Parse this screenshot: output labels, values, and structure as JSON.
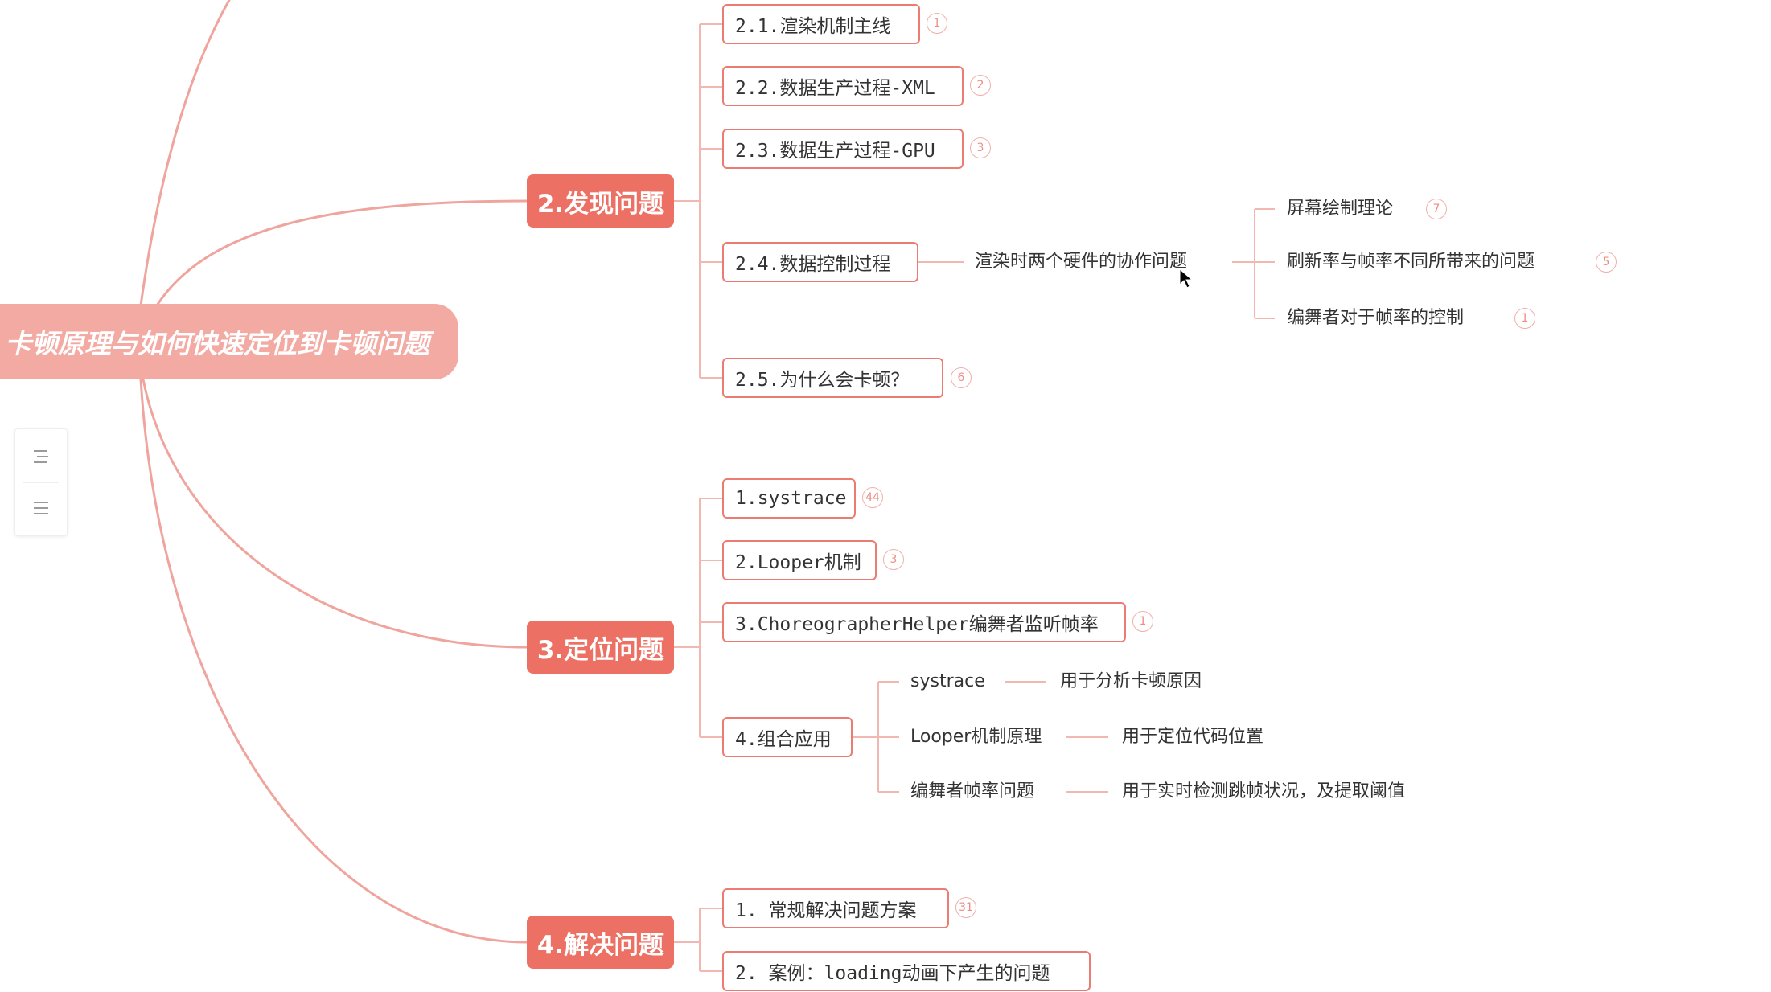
{
  "root": {
    "title": "卡顿原理与如何快速定位到卡顿问题"
  },
  "sections": [
    {
      "title": "2.发现问题",
      "items": [
        {
          "label": "2.1.渲染机制主线",
          "badge": "1"
        },
        {
          "label": "2.2.数据生产过程-XML",
          "badge": "2"
        },
        {
          "label": "2.3.数据生产过程-GPU",
          "badge": "3"
        },
        {
          "label": "2.4.数据控制过程",
          "branch": "渲染时两个硬件的协作问题",
          "leaves": [
            {
              "label": "屏幕绘制理论",
              "badge": "7"
            },
            {
              "label": "刷新率与帧率不同所带来的问题",
              "badge": "5"
            },
            {
              "label": "编舞者对于帧率的控制",
              "badge": "1"
            }
          ]
        },
        {
          "label": "2.5.为什么会卡顿？",
          "badge": "6"
        }
      ]
    },
    {
      "title": "3.定位问题",
      "items": [
        {
          "label": "1.systrace",
          "badge": "44"
        },
        {
          "label": "2.Looper机制",
          "badge": "3"
        },
        {
          "label": "3.ChoreographerHelper编舞者监听帧率",
          "badge": "1"
        },
        {
          "label": "4.组合应用",
          "pairs": [
            {
              "label": "systrace",
              "detail": "用于分析卡顿原因"
            },
            {
              "label": "Looper机制原理",
              "detail": "用于定位代码位置"
            },
            {
              "label": "编舞者帧率问题",
              "detail": "用于实时检测跳帧状况，及提取阈值"
            }
          ]
        }
      ]
    },
    {
      "title": "4.解决问题",
      "items": [
        {
          "label": "1. 常规解决问题方案",
          "badge": "31"
        },
        {
          "label": "2. 案例：loading动画下产生的问题"
        }
      ]
    }
  ],
  "colors": {
    "accent": "#ec7063",
    "root_fill": "#f2aaa3",
    "line": "#efa59e",
    "badge": "#ee8d84"
  },
  "icons": {
    "panel_top": "outline-list-icon",
    "panel_bottom": "menu-lines-icon"
  }
}
